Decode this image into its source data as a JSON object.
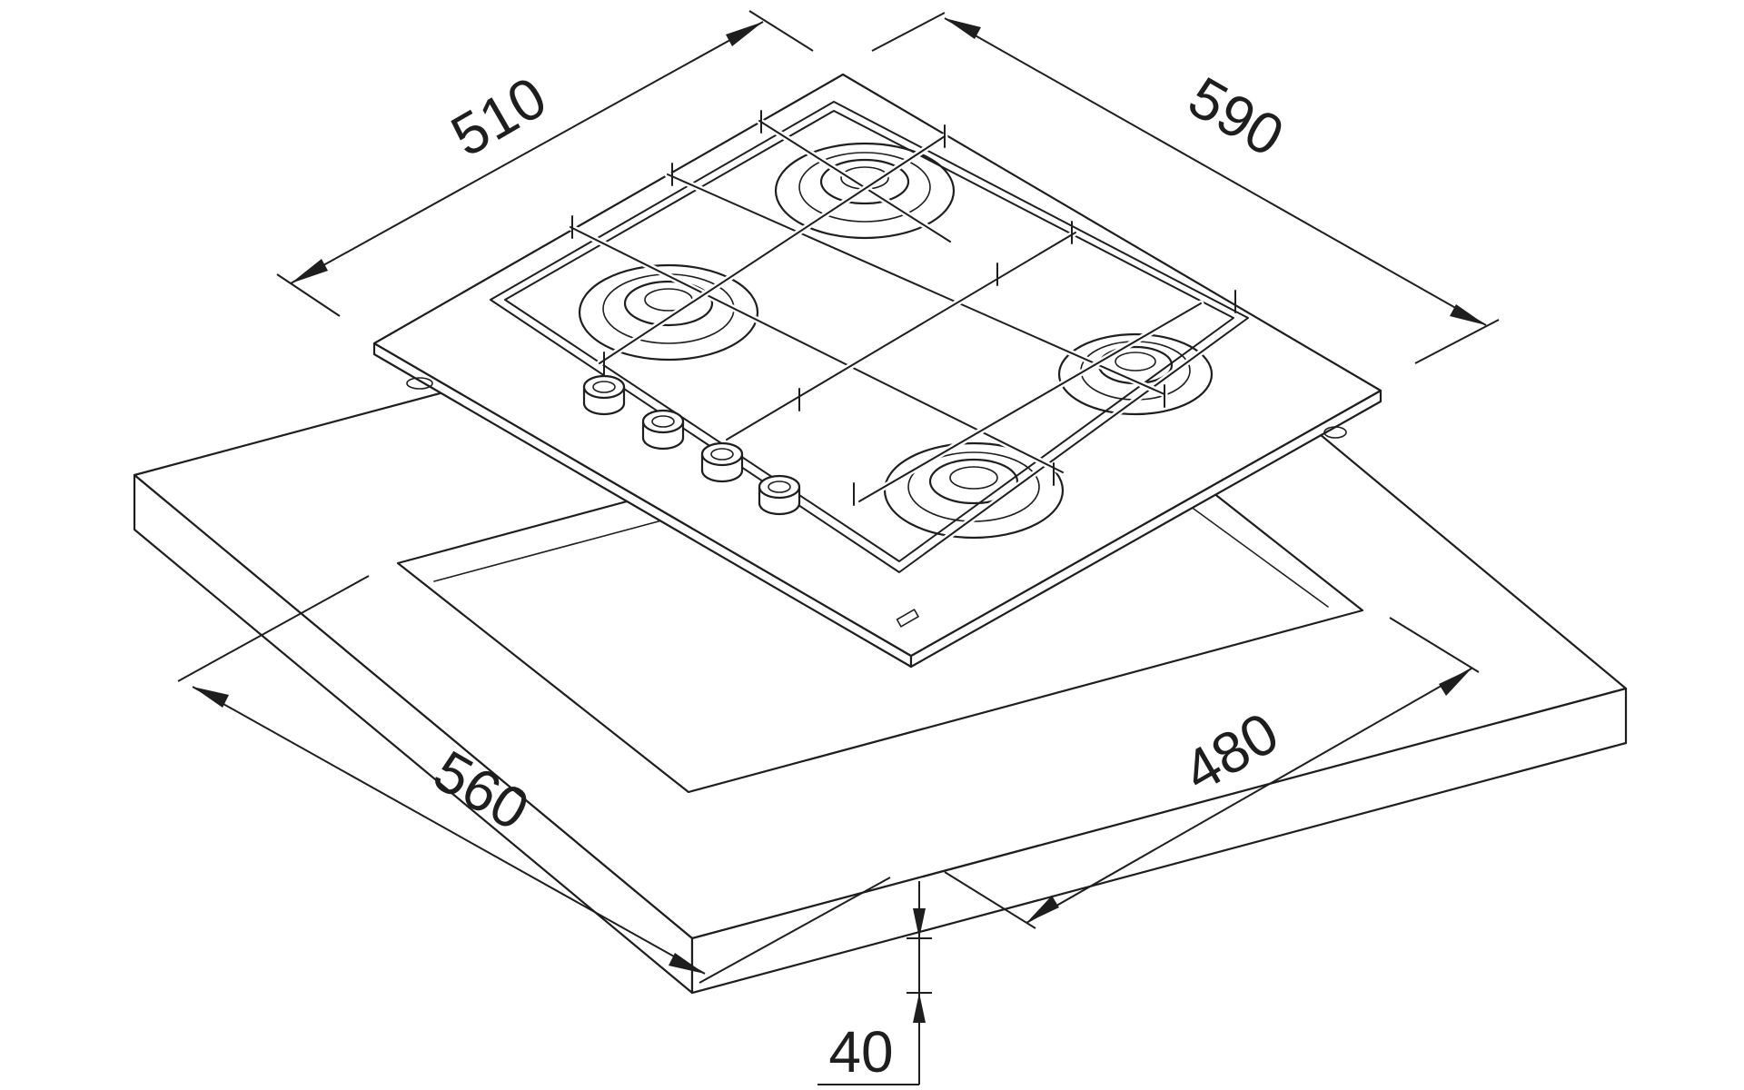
{
  "diagram": {
    "dimensions": {
      "hob_width": "590",
      "hob_depth": "510",
      "cutout_width": "560",
      "cutout_depth": "480",
      "worktop_thickness": "40"
    },
    "burners": 4,
    "control_knobs": 4
  }
}
